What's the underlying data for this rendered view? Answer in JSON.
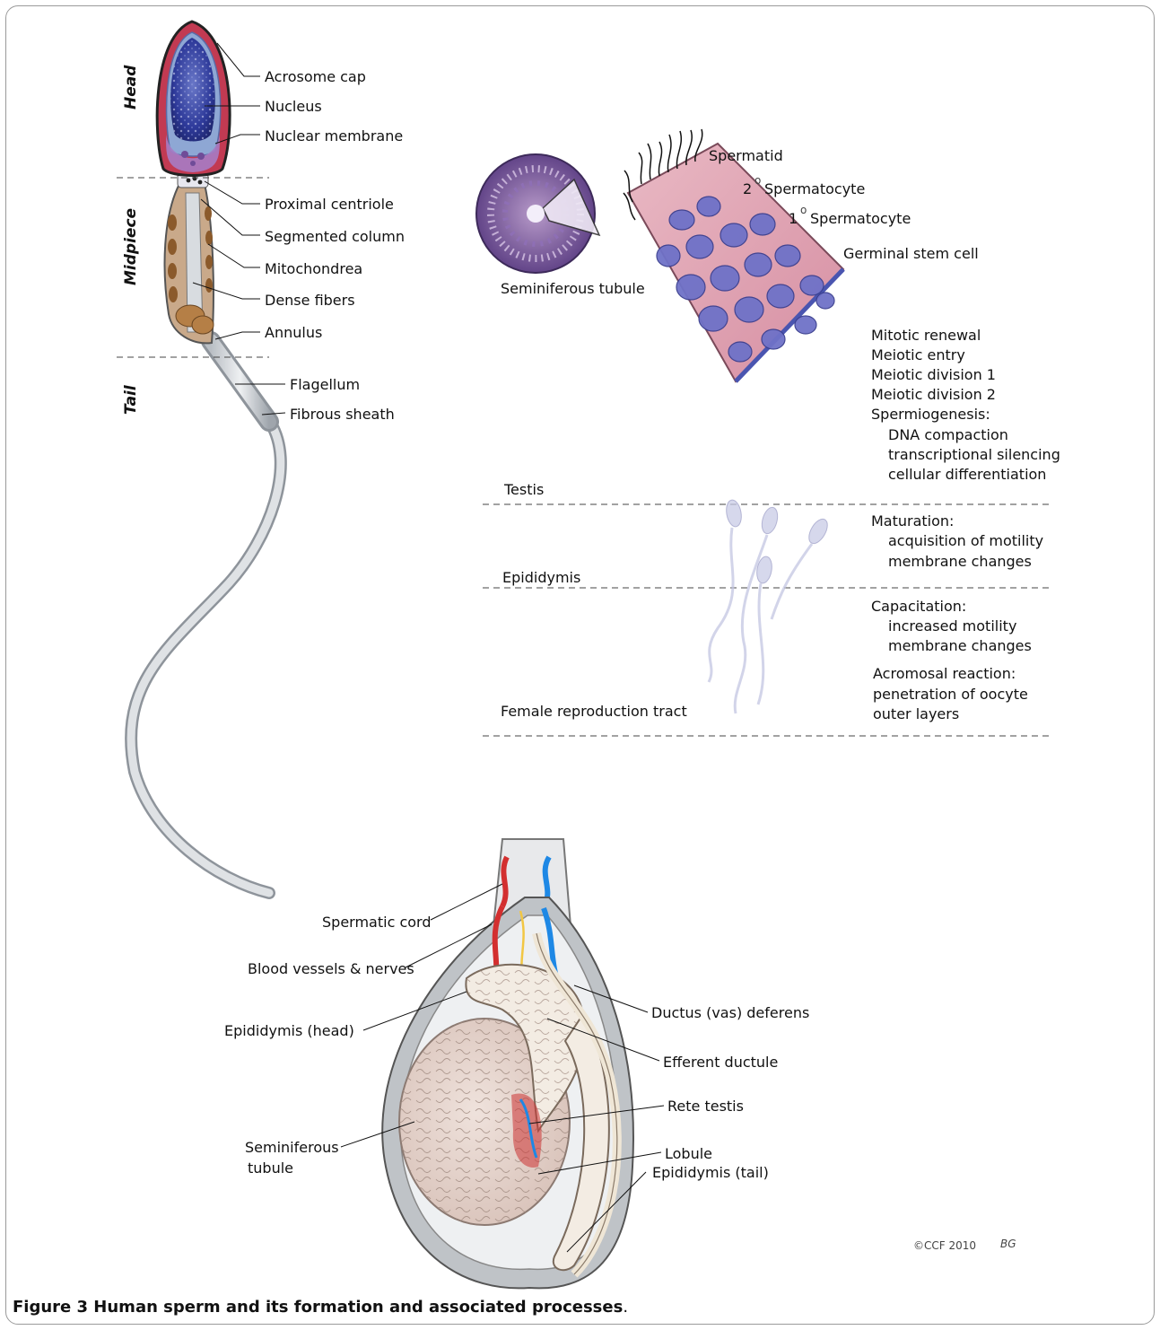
{
  "sperm": {
    "sections": {
      "head": "Head",
      "midpiece": "Midpiece",
      "tail": "Tail"
    },
    "labels": {
      "acrosome_cap": "Acrosome cap",
      "nucleus": "Nucleus",
      "nuclear_membrane": "Nuclear membrane",
      "proximal_centriole": "Proximal centriole",
      "segmented_column": "Segmented column",
      "mitochondrea": "Mitochondrea",
      "dense_fibers": "Dense fibers",
      "annulus": "Annulus",
      "flagellum": "Flagellum",
      "fibrous_sheath": "Fibrous sheath"
    }
  },
  "tubule": {
    "spermatid": "Spermatid",
    "spermatocyte2_sup": "2",
    "spermatocyte2": "Spermatocyte",
    "spermatocyte1_sup": "1",
    "spermatocyte1": "Spermatocyte",
    "germinal_stem_cell": "Germinal stem cell",
    "seminiferous_tubule": "Seminiferous tubule",
    "degree": "o"
  },
  "processes": {
    "testis": {
      "region": "Testis",
      "items": [
        "Mitotic renewal",
        "Meiotic entry",
        "Meiotic division 1",
        "Meiotic division 2",
        "Spermiogenesis:"
      ],
      "sub_items": [
        "DNA compaction",
        "transcriptional silencing",
        "cellular differentiation"
      ]
    },
    "epididymis": {
      "region": "Epididymis",
      "heading": "Maturation:",
      "sub_items": [
        "acquisition of motility",
        "membrane changes"
      ]
    },
    "female_tract": {
      "region": "Female reproduction tract",
      "heading": "Capacitation:",
      "sub_items": [
        "increased motility",
        "membrane changes"
      ],
      "reaction_lines": [
        "Acromosal reaction:",
        "penetration of oocyte",
        "outer layers"
      ]
    }
  },
  "testis_anatomy": {
    "labels": {
      "spermatic_cord": "Spermatic cord",
      "blood_vessels": "Blood vessels & nerves",
      "epididymis_head": "Epididymis (head)",
      "seminiferous_tubule_1": "Seminiferous",
      "seminiferous_tubule_2": "tubule",
      "ductus_deferens": "Ductus (vas) deferens",
      "efferent_ductule": "Efferent ductule",
      "rete_testis": "Rete testis",
      "lobule": "Lobule",
      "epididymis_tail": "Epididymis (tail)"
    }
  },
  "copyright": "©CCF 2010",
  "signature": "BG",
  "caption": {
    "bold": "Figure 3 Human sperm and its formation and associated processes",
    "rest": "."
  }
}
